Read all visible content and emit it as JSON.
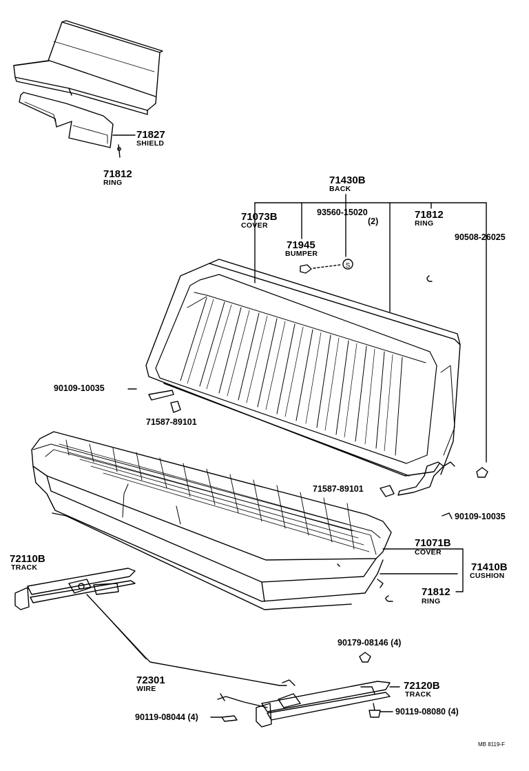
{
  "labels": {
    "p71827": "71827",
    "n71827": "SHIELD",
    "p71812a": "71812",
    "n71812a": "RING",
    "p71430": "71430B",
    "n71430": "BACK",
    "p71073": "71073B",
    "n71073": "COVER",
    "p93560": "93560-15020",
    "q93560": "(2)",
    "p71812b": "71812",
    "n71812b": "RING",
    "p90508": "90508-26025",
    "p71945": "71945",
    "n71945": "BUMPER",
    "p90109a": "90109-10035",
    "p71587a": "71587-89101",
    "p71587b": "71587-89101",
    "p90109b": "90109-10035",
    "p72110": "72110B",
    "n72110": "TRACK",
    "p71071": "71071B",
    "n71071": "COVER",
    "p71410": "71410B",
    "n71410": "CUSHION",
    "p71812c": "71812",
    "n71812c": "RING",
    "p90179": "90179-08146 (4)",
    "p72301": "72301",
    "n72301": "WIRE",
    "p72120": "72120B",
    "n72120": "TRACK",
    "p90119a": "90119-08044 (4)",
    "p90119b": "90119-08080 (4)",
    "footer": "MB 8119-F"
  }
}
